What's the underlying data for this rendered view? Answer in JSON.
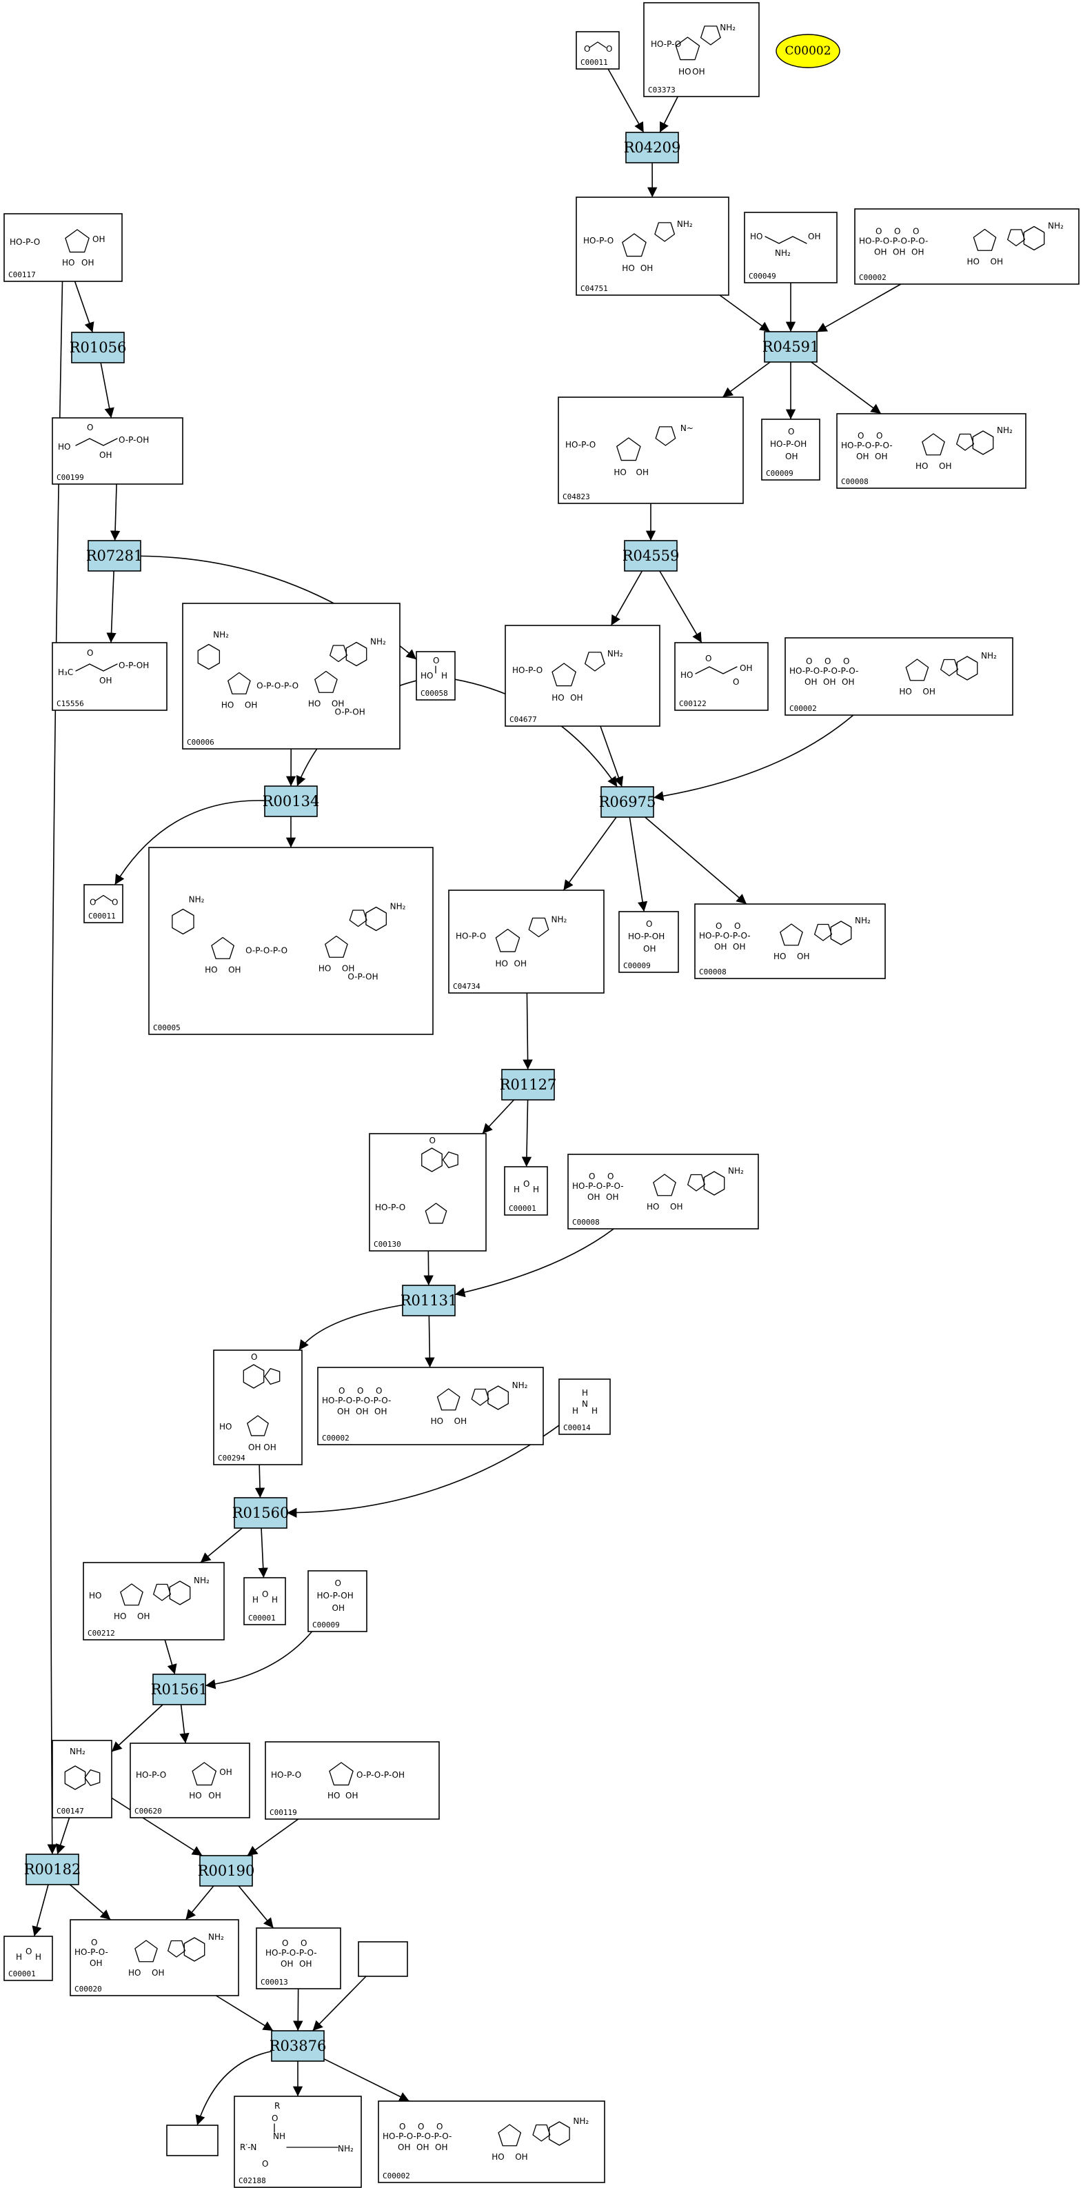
{
  "diagram": {
    "pathway_id": "C00002",
    "compounds": [
      {
        "key": "C00011_top",
        "label": "C00011"
      },
      {
        "key": "C03373",
        "label": "C03373"
      },
      {
        "key": "C04751",
        "label": "C04751"
      },
      {
        "key": "C00049",
        "label": "C00049"
      },
      {
        "key": "C00002_a",
        "label": "C00002"
      },
      {
        "key": "C00117",
        "label": "C00117"
      },
      {
        "key": "C04823",
        "label": "C04823"
      },
      {
        "key": "C00009_a",
        "label": "C00009"
      },
      {
        "key": "C00008_a",
        "label": "C00008"
      },
      {
        "key": "C00199",
        "label": "C00199"
      },
      {
        "key": "C04677",
        "label": "C04677"
      },
      {
        "key": "C00122",
        "label": "C00122"
      },
      {
        "key": "C00002_b",
        "label": "C00002"
      },
      {
        "key": "C15556",
        "label": "C15556"
      },
      {
        "key": "C00006",
        "label": "C00006"
      },
      {
        "key": "C00058",
        "label": "C00058"
      },
      {
        "key": "C00011_b",
        "label": "C00011"
      },
      {
        "key": "C00005",
        "label": "C00005"
      },
      {
        "key": "C04734",
        "label": "C04734"
      },
      {
        "key": "C00009_b",
        "label": "C00009"
      },
      {
        "key": "C00008_b",
        "label": "C00008"
      },
      {
        "key": "C00130",
        "label": "C00130"
      },
      {
        "key": "C00001_a",
        "label": "C00001"
      },
      {
        "key": "C00008_c",
        "label": "C00008"
      },
      {
        "key": "C00294",
        "label": "C00294"
      },
      {
        "key": "C00002_c",
        "label": "C00002"
      },
      {
        "key": "C00014",
        "label": "C00014"
      },
      {
        "key": "C00212",
        "label": "C00212"
      },
      {
        "key": "C00001_b",
        "label": "C00001"
      },
      {
        "key": "C00009_c",
        "label": "C00009"
      },
      {
        "key": "C00147",
        "label": "C00147"
      },
      {
        "key": "C00620",
        "label": "C00620"
      },
      {
        "key": "C00119",
        "label": "C00119"
      },
      {
        "key": "C00001_c",
        "label": "C00001"
      },
      {
        "key": "C00020",
        "label": "C00020"
      },
      {
        "key": "C00013",
        "label": "C00013"
      },
      {
        "key": "C02188",
        "label": "C02188"
      },
      {
        "key": "C00002_d",
        "label": "C00002"
      },
      {
        "key": "empty_a",
        "label": ""
      },
      {
        "key": "empty_b",
        "label": ""
      }
    ],
    "reactions": [
      {
        "key": "R04209",
        "label": "R04209"
      },
      {
        "key": "R01056",
        "label": "R01056"
      },
      {
        "key": "R04591",
        "label": "R04591"
      },
      {
        "key": "R07281",
        "label": "R07281"
      },
      {
        "key": "R04559",
        "label": "R04559"
      },
      {
        "key": "R00134",
        "label": "R00134"
      },
      {
        "key": "R06975",
        "label": "R06975"
      },
      {
        "key": "R01127",
        "label": "R01127"
      },
      {
        "key": "R01131",
        "label": "R01131"
      },
      {
        "key": "R01560",
        "label": "R01560"
      },
      {
        "key": "R01561",
        "label": "R01561"
      },
      {
        "key": "R00182",
        "label": "R00182"
      },
      {
        "key": "R00190",
        "label": "R00190"
      },
      {
        "key": "R03876",
        "label": "R03876"
      }
    ]
  }
}
